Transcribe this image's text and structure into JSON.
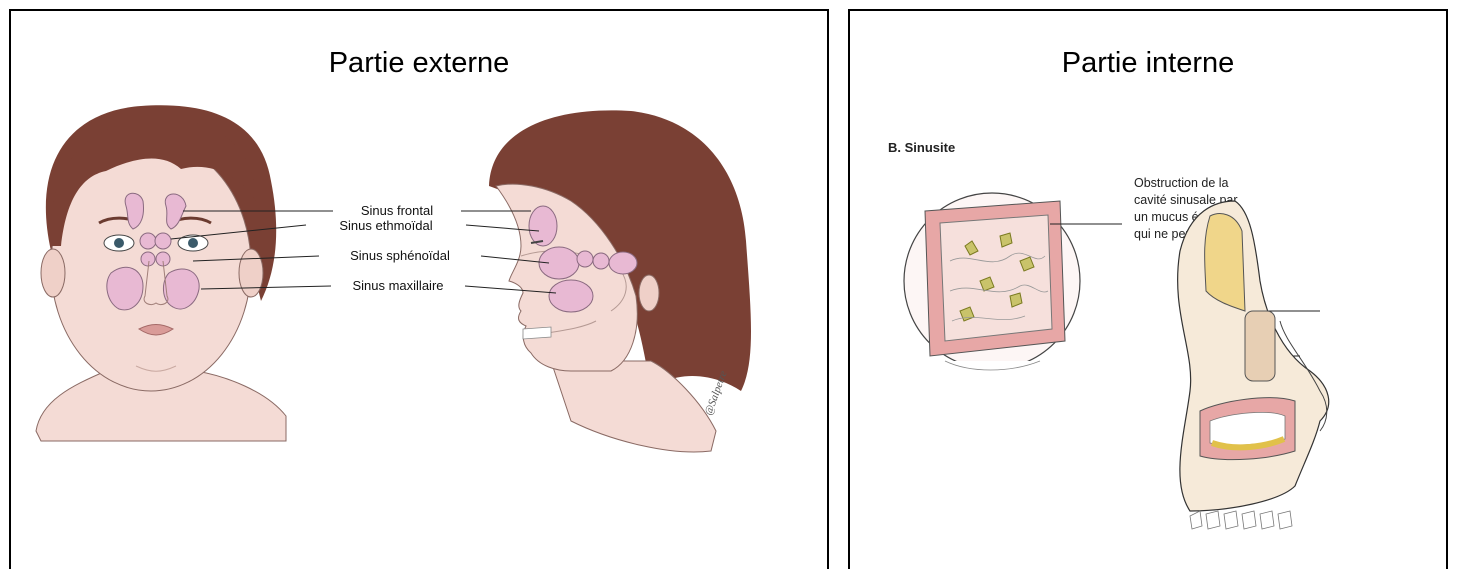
{
  "left_panel": {
    "title": "Partie externe",
    "labels": {
      "frontal": "Sinus frontal",
      "ethmoidal": "Sinus ethmoïdal",
      "sphenoidal": "Sinus sphénoïdal",
      "maxillaire": "Sinus maxillaire"
    },
    "signature": "@Salpetre"
  },
  "right_panel": {
    "title": "Partie interne",
    "section": "B. Sinusite",
    "caption": {
      "line1": "Obstruction de la",
      "line2": "cavité sinusale par",
      "line3": "un mucus épais,",
      "line4": "qui ne peut s'écouler"
    }
  },
  "colors": {
    "hair": "#7a4034",
    "skin": "#f4dbd5",
    "sinus": "#e8b9d3",
    "outline": "#333333",
    "mucus": "#e9d16a"
  }
}
